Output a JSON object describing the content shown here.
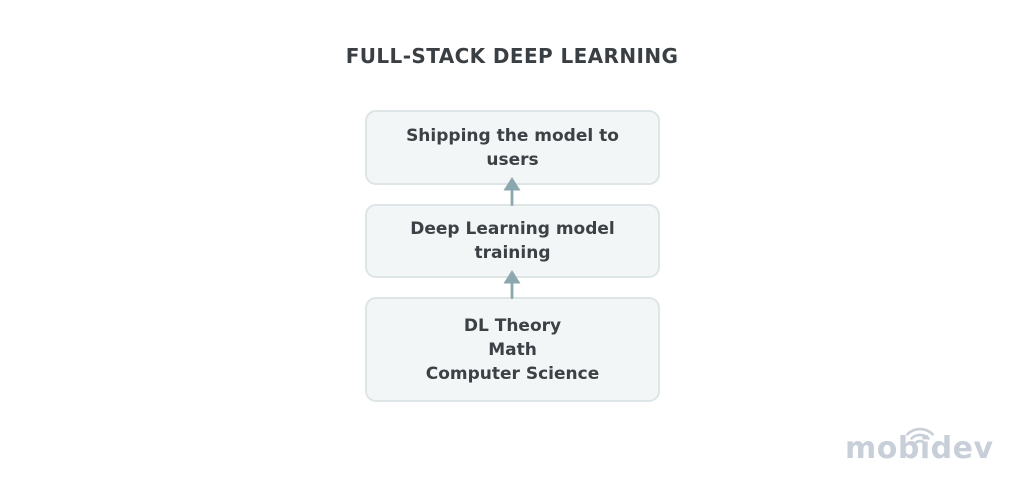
{
  "title": "FULL-STACK DEEP LEARNING",
  "diagram": {
    "boxes": [
      {
        "id": "shipping",
        "lines": [
          "Shipping the model to",
          "users"
        ]
      },
      {
        "id": "training",
        "lines": [
          "Deep Learning model",
          "training"
        ]
      },
      {
        "id": "foundations",
        "lines": [
          "DL Theory",
          "Math",
          "Computer Science"
        ]
      }
    ],
    "colors": {
      "box_background": "#f3f6f6",
      "box_border": "#dde5e6",
      "box_text": "#3b4145",
      "arrow": "#8da7ae",
      "title_text": "#3a3f43"
    }
  },
  "logo": {
    "text": "mobidev",
    "color": "#c8cfd9",
    "icon": "signal-arcs-icon"
  }
}
